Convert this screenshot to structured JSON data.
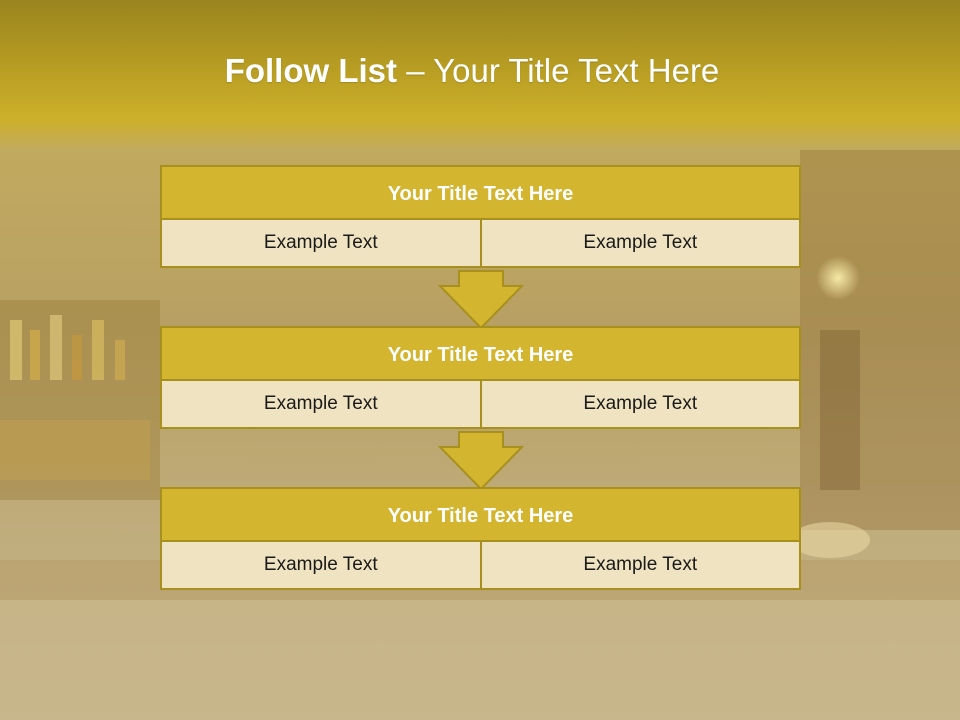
{
  "slide": {
    "title_bold": "Follow List",
    "title_rest": " – Your Title Text Here"
  },
  "blocks": [
    {
      "title": "Your Title Text Here",
      "cells": [
        "Example Text",
        "Example Text"
      ]
    },
    {
      "title": "Your Title Text Here",
      "cells": [
        "Example Text",
        "Example Text"
      ]
    },
    {
      "title": "Your Title Text Here",
      "cells": [
        "Example Text",
        "Example Text"
      ]
    }
  ],
  "colors": {
    "accent": "#d4b52f",
    "border": "#a8901e",
    "cell_fill": "#efe3c1",
    "header_band": "#b49a22"
  },
  "icons": [
    "down-arrow-icon",
    "down-arrow-icon"
  ]
}
